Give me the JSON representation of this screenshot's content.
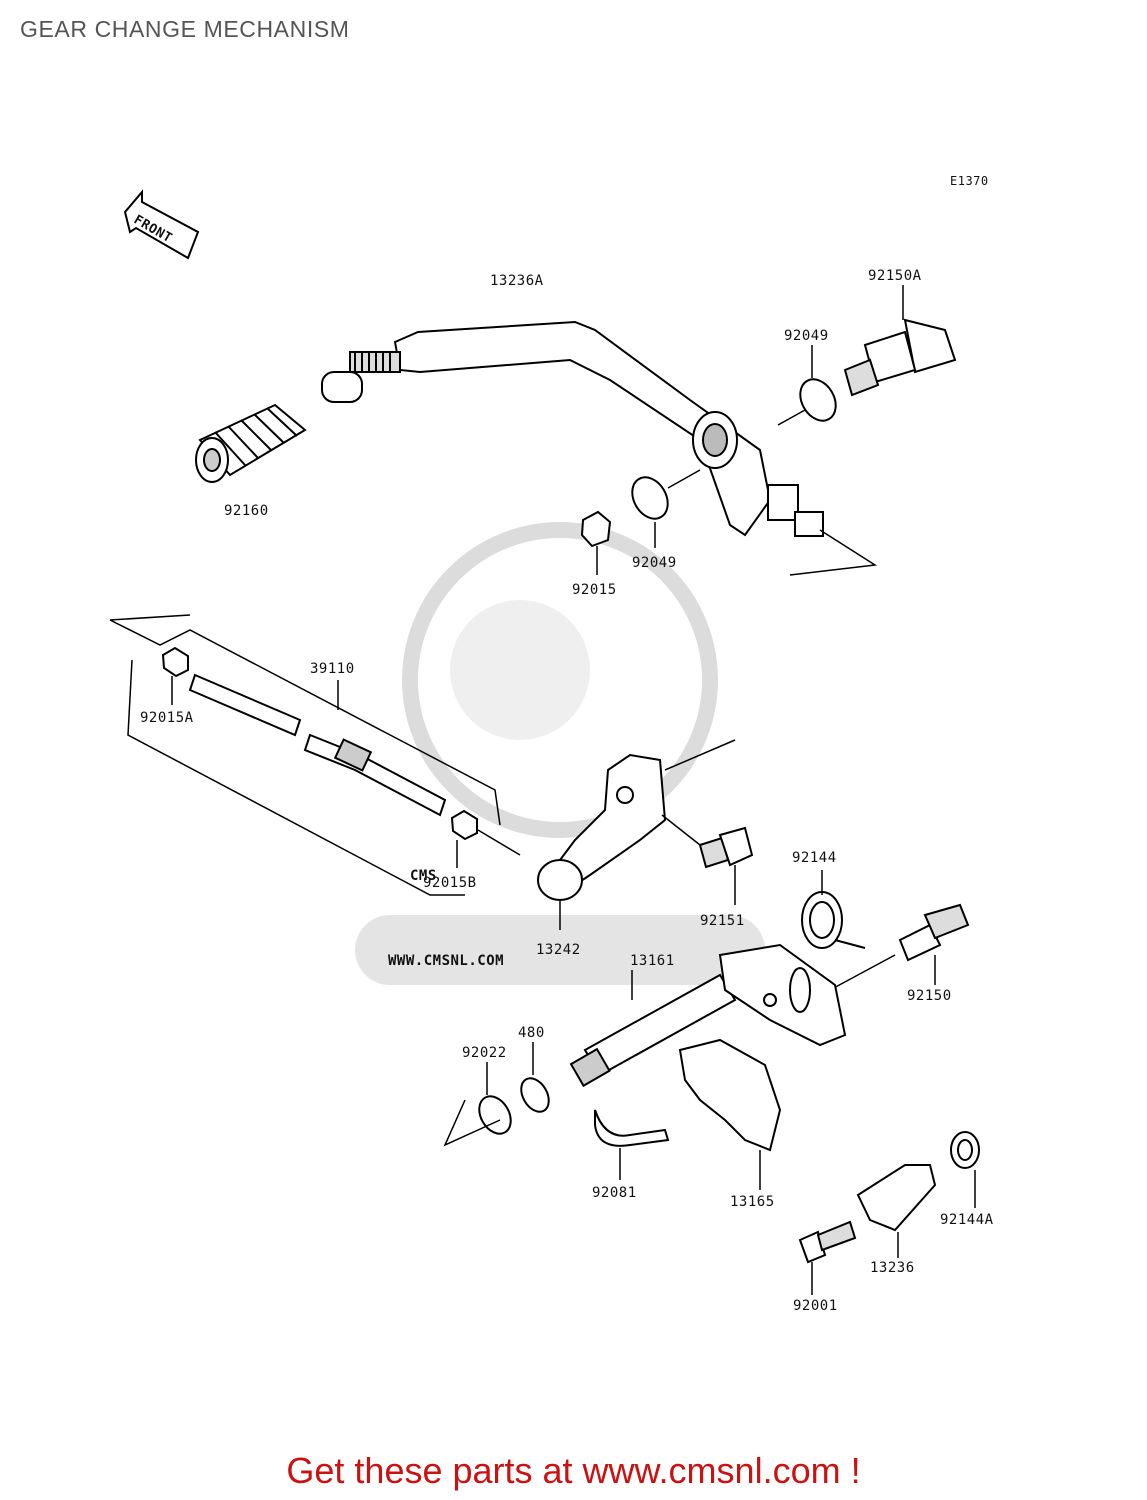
{
  "title": "GEAR CHANGE MECHANISM",
  "diagram_code": "E1370",
  "front_label": "FRONT",
  "footer_cta": "Get these parts at www.cmsnl.com !",
  "watermark": {
    "brand": "CMS",
    "url": "WWW.CMSNL.COM"
  },
  "colors": {
    "cta": "#cc1111",
    "title": "#555555",
    "watermark": "#d0d0d0"
  },
  "parts": [
    "13236A",
    "92150A",
    "92049",
    "92160",
    "92015",
    "92049",
    "39110",
    "92015A",
    "92015B",
    "13242",
    "92151",
    "92144",
    "13161",
    "92150",
    "480",
    "92022",
    "92081",
    "13165",
    "92144A",
    "13236",
    "92001"
  ]
}
